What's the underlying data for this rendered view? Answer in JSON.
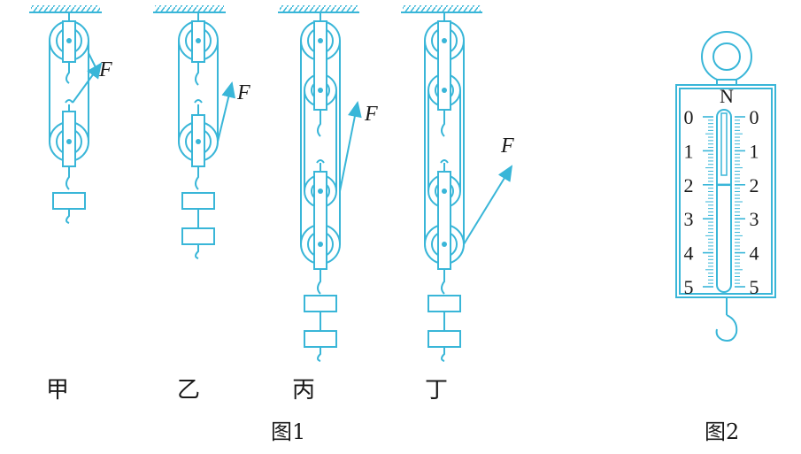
{
  "setups": [
    {
      "id": "jia",
      "label": "甲",
      "force_label": "F"
    },
    {
      "id": "yi",
      "label": "乙",
      "force_label": "F"
    },
    {
      "id": "bing",
      "label": "丙",
      "force_label": "F"
    },
    {
      "id": "ding",
      "label": "丁",
      "force_label": "F"
    }
  ],
  "figure1_caption": "图1",
  "figure2_caption": "图2",
  "spring_scale": {
    "unit": "N",
    "scale_labels": [
      "0",
      "1",
      "2",
      "3",
      "4",
      "5"
    ],
    "reading": 2
  },
  "colors": {
    "diagram": "#39b6d8",
    "text": "#1a1a1a"
  }
}
